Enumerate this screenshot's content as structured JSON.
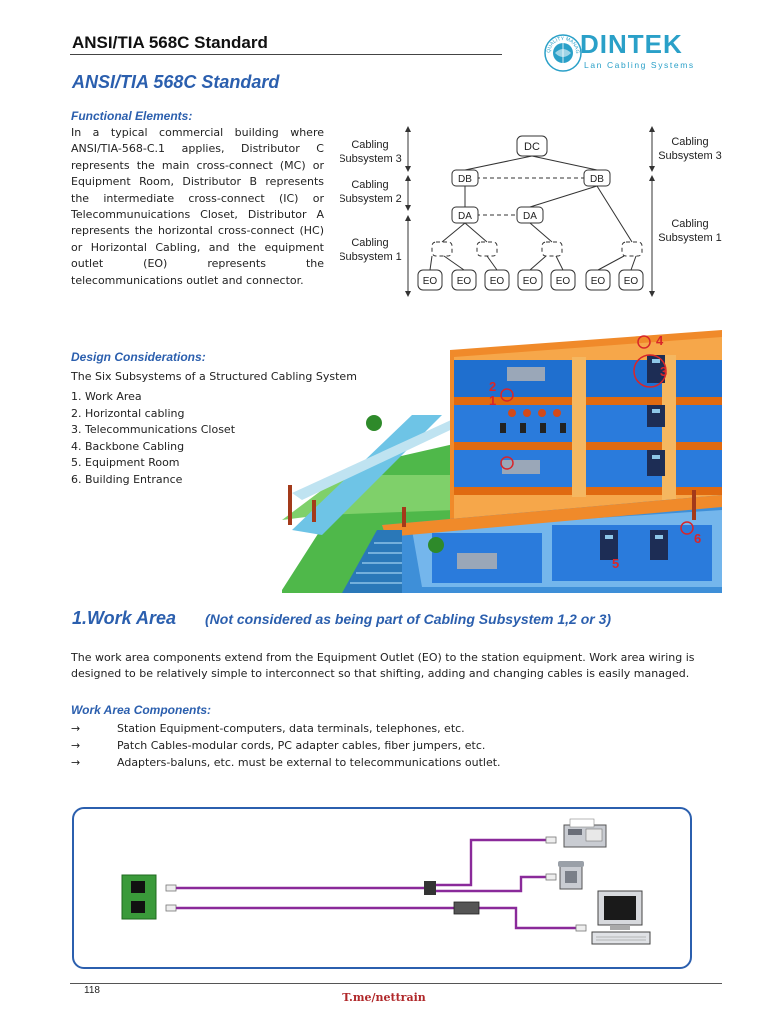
{
  "header": {
    "title": "ANSI/TIA 568C Standard",
    "logo_name": "DINTEK",
    "logo_tagline": "Lan Cabling Systems",
    "logo_seal_text": "QUALITY MANAGEMENT"
  },
  "page_title": "ANSI/TIA 568C Standard",
  "functional_elements": {
    "heading": "Functional Elements:",
    "text": "In a typical commercial building where ANSI/TIA-568-C.1 applies, Distributor C represents the main cross-connect (MC) or Equipment Room, Distributor B represents the intermediate cross-connect (IC) or Telecommunuications Closet, Distributor A represents the horizontal cross-connect (HC) or Horizontal Cabling, and the equipment outlet (EO) represents the telecommunications outlet and connector."
  },
  "hierarchy_diagram": {
    "left_labels": [
      {
        "line1": "Cabling",
        "line2": "Subsystem 3"
      },
      {
        "line1": "Cabling",
        "line2": "Subsystem 2"
      },
      {
        "line1": "Cabling",
        "line2": "Subsystem 1"
      }
    ],
    "right_labels": [
      {
        "line1": "Cabling",
        "line2": "Subsystem 3"
      },
      {
        "line1": "Cabling",
        "line2": "Subsystem 1"
      }
    ],
    "nodes": {
      "dc": "DC",
      "db": "DB",
      "da": "DA",
      "eo": "EO"
    }
  },
  "design_considerations": {
    "heading": "Design Considerations:",
    "intro": "The Six Subsystems of a Structured Cabling System",
    "items": [
      "1. Work Area",
      "2. Horizontal cabling",
      "3. Telecommunications Closet",
      "4. Backbone Cabling",
      "5. Equipment Room",
      "6. Building Entrance"
    ]
  },
  "building_callouts": [
    "4",
    "3",
    "2",
    "1",
    "5",
    "6"
  ],
  "work_area": {
    "title": "1.Work Area",
    "subtitle": "(Not considered as being part of Cabling Subsystem 1,2 or 3)",
    "description": "The work area components extend from the Equipment Outlet (EO) to the station equipment. Work area wiring is designed to be relatively simple to interconnect so that shifting, adding and changing cables is easily managed.",
    "components_heading": "Work Area Components:",
    "components": [
      {
        "bullet": "→",
        "text": "Station Equipment-computers, data terminals, telephones, etc."
      },
      {
        "bullet": "→",
        "text": "Patch Cables-modular cords, PC adapter cables, fiber jumpers, etc."
      },
      {
        "bullet": "→",
        "text": "Adapters-baluns, etc. must be external to telecommunications outlet."
      }
    ]
  },
  "footer": {
    "page_number": "118",
    "link": "T.me/nettrain"
  },
  "colors": {
    "heading_blue": "#2b5fae",
    "logo_blue": "#2aa0c8",
    "cable_purple": "#8a2a9a",
    "callout_red": "#d8262a",
    "wall_orange": "#f08a2a",
    "lawn_green": "#4fb84a",
    "footer_red": "#b0282a"
  }
}
